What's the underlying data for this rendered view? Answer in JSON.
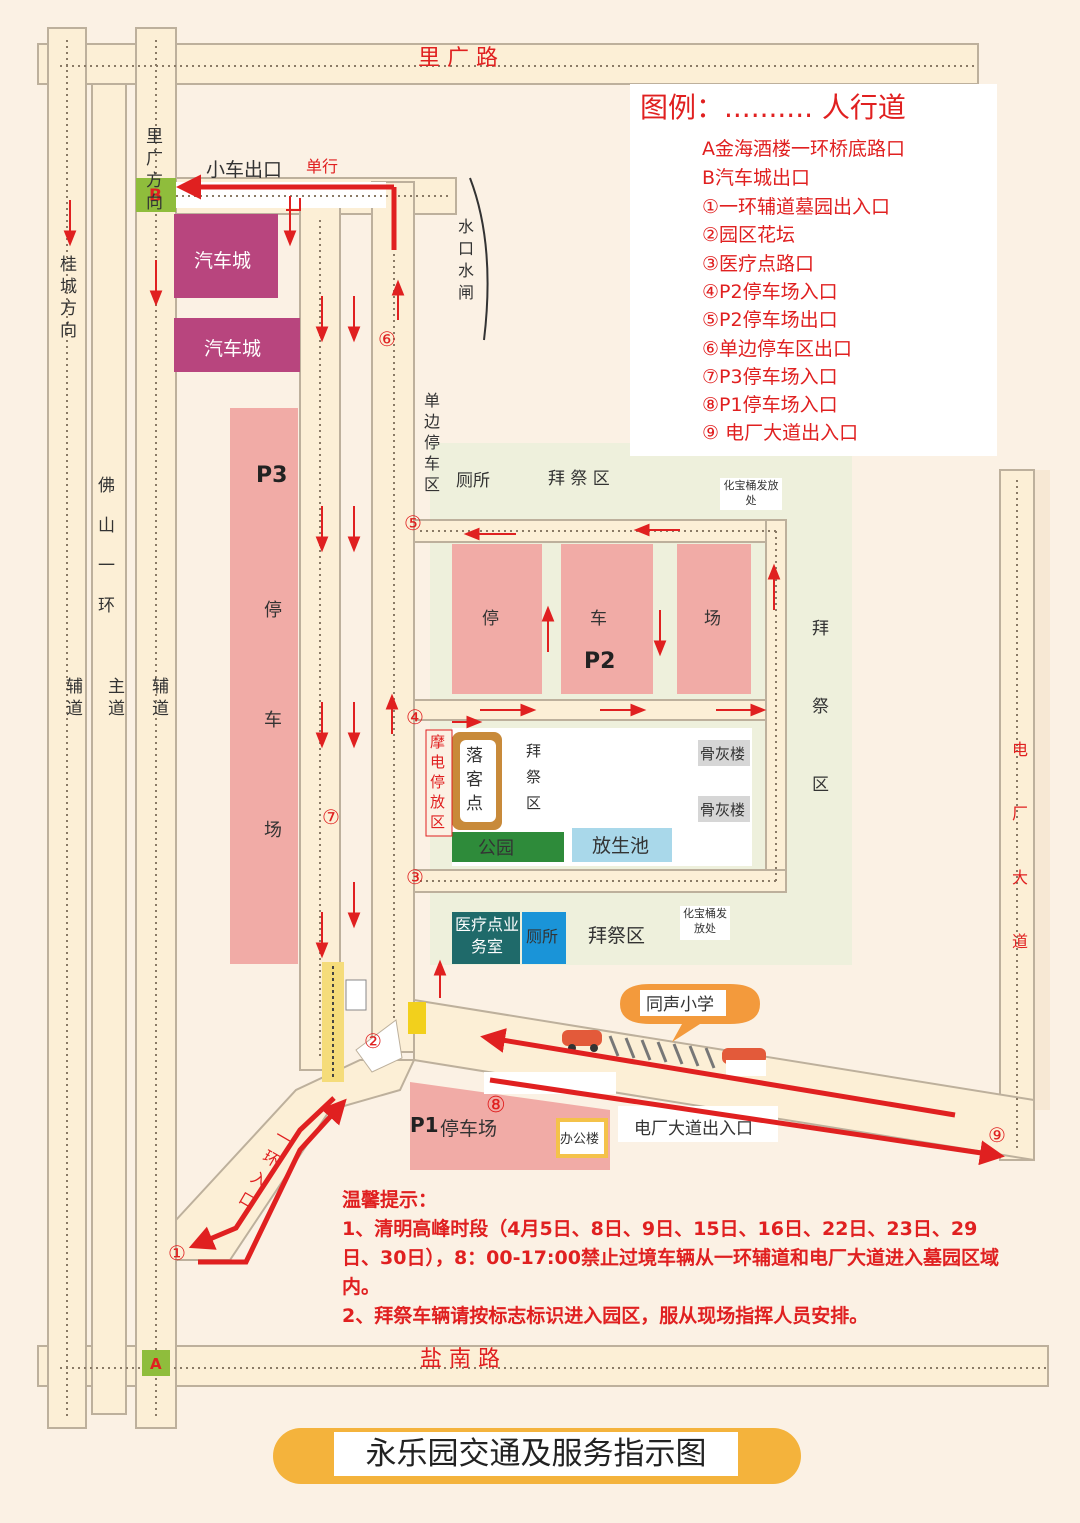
{
  "roads": {
    "north": "里 广 路",
    "south": "盐 南 路",
    "west_top": "里广方向",
    "guicheng": "桂城方向",
    "foshan": "佛山一环",
    "fudao_left": "辅道",
    "zhudao": "主道",
    "fudao_right": "辅道",
    "dianchang": "电厂大道",
    "ring_entry": "一环入口",
    "dianchang_exit": "电厂大道出入口",
    "small_car_exit": "小车出口",
    "one_way": "单行"
  },
  "points": {
    "A": "A",
    "B": "B"
  },
  "areas": {
    "car_city_1": "汽车城",
    "car_city_2": "汽车城",
    "p3_code": "P3",
    "p3_label": "停车场",
    "p2_code": "P2",
    "p2_b1": "停",
    "p2_b2": "车",
    "p2_b3": "场",
    "p1_code": "P1",
    "p1_label": "停车场",
    "water_gate": "水口水闸",
    "single_side_parking": "单边停车区",
    "toilet_1": "厕所",
    "worship_top": "拜 祭 区",
    "paper_1": "化宝桶发放处",
    "worship_right": "拜祭区",
    "moto_parking": "摩电停放区",
    "dropoff": "落客点",
    "worship_mid": "拜祭区",
    "ash_1": "骨灰楼",
    "ash_2": "骨灰楼",
    "park": "公园",
    "pond": "放生池",
    "clinic": "医疗点业务室",
    "toilet_2": "厕所",
    "worship_bottom": "拜祭区",
    "paper_2": "化宝桶发放处",
    "school": "同声小学",
    "office": "办公楼"
  },
  "markers": [
    "①",
    "②",
    "③",
    "④",
    "⑤",
    "⑥",
    "⑦",
    "⑧",
    "⑨"
  ],
  "legend": {
    "title": "图例：.......... 人行道",
    "items": [
      "A金海酒楼一环桥底路口",
      "B汽车城出口",
      "①一环辅道墓园出入口",
      "②园区花坛",
      "③医疗点路口",
      "④P2停车场入口",
      "⑤P2停车场出口",
      "⑥单边停车区出口",
      "⑦P3停车场入口",
      "⑧P1停车场入口",
      "⑨ 电厂大道出入口"
    ]
  },
  "tips": {
    "title": "温馨提示：",
    "line1": "1、清明高峰时段（4月5日、8日、9日、15日、16日、22日、23日、29日、30日），8：00-17:00禁止过境车辆从一环辅道和电厂大道进入墓园区域内。",
    "line2": "2、拜祭车辆请按标志标识进入园区，服从现场指挥人员安排。"
  },
  "title": "永乐园交通及服务指示图",
  "colors": {
    "road": "#fcefd6",
    "road_edge": "#bdb09c",
    "parking": "#f1aba6",
    "car_city": "#b8457e",
    "worship_zone": "#eef0dc",
    "arrow": "#e02020",
    "point_marker": "#8fbd3c",
    "park": "#2e8b3a",
    "pond": "#a9d8ea",
    "clinic": "#1f6a6a",
    "toilet": "#1a94d8",
    "dropoff": "#c88a3a",
    "title_bar": "#f4b33c",
    "school": "#f39a3c"
  }
}
